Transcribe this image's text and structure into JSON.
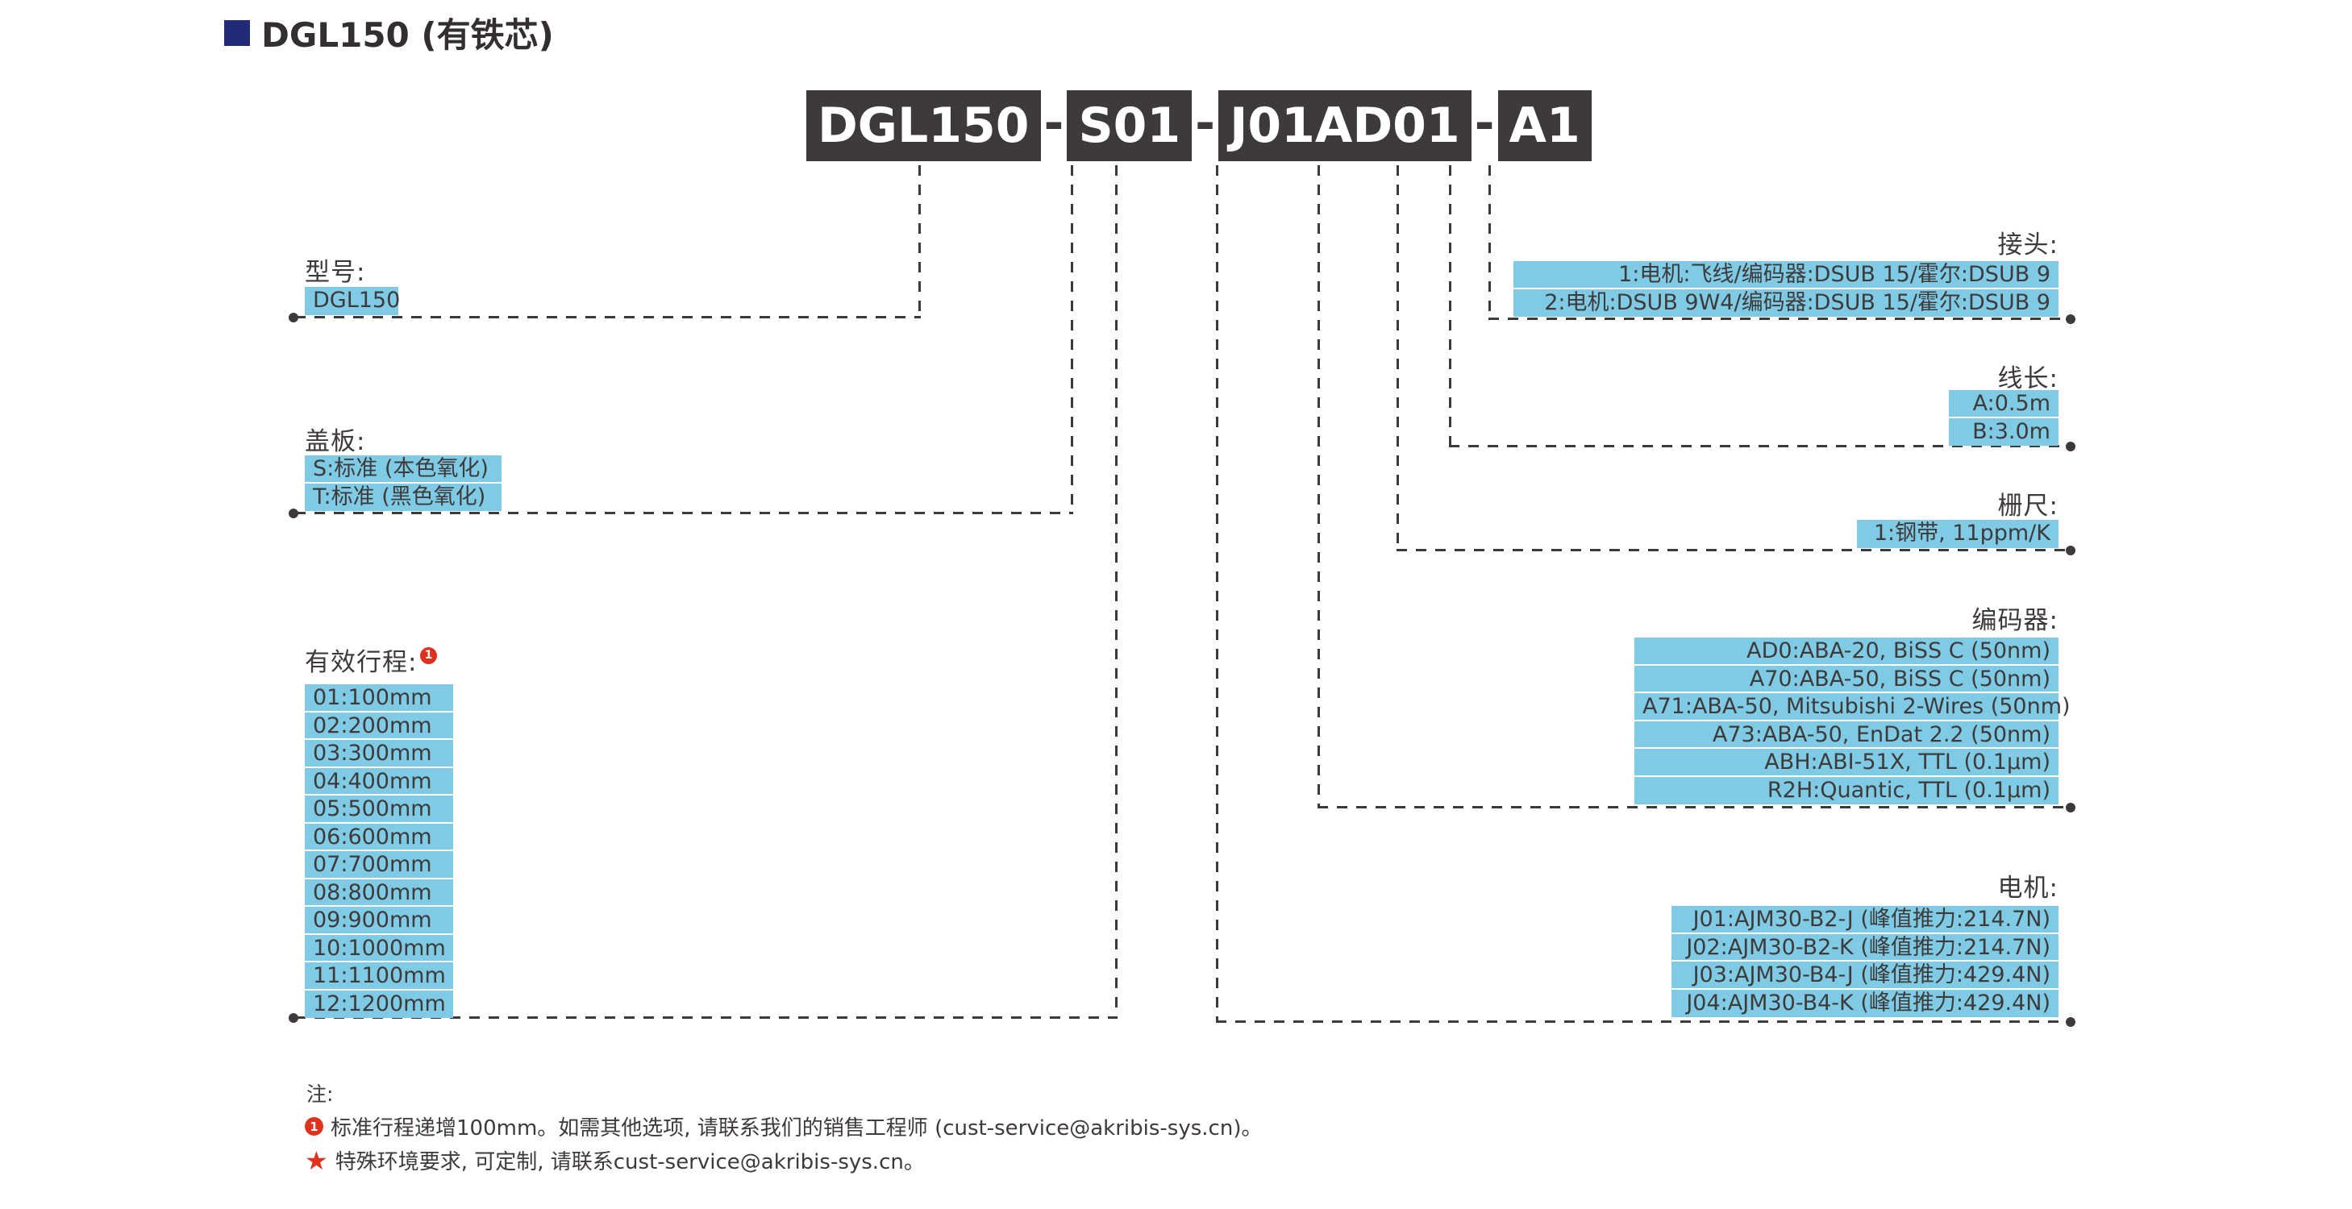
{
  "title": {
    "text": "DGL150 (有铁芯)"
  },
  "part_number": {
    "segments": [
      "DGL150",
      "S01",
      "J01AD01",
      "A1"
    ],
    "separator": "-"
  },
  "colors": {
    "highlight": "#7fcbe6",
    "ink": "#3e3a39",
    "navy": "#232a79",
    "red": "#e0301e",
    "code_background": "#3e3a39",
    "code_text": "#ffffff"
  },
  "groups": {
    "model": {
      "label": "型号:",
      "options": [
        "DGL150"
      ]
    },
    "cover": {
      "label": "盖板:",
      "options": [
        "S:标准 (本色氧化)",
        "T:标准 (黑色氧化)"
      ]
    },
    "stroke": {
      "label": "有效行程:",
      "marker": "1",
      "options": [
        "01:100mm",
        "02:200mm",
        "03:300mm",
        "04:400mm",
        "05:500mm",
        "06:600mm",
        "07:700mm",
        "08:800mm",
        "09:900mm",
        "10:1000mm",
        "11:1100mm",
        "12:1200mm"
      ]
    },
    "connector": {
      "label": "接头:",
      "options": [
        "1:电机:飞线/编码器:DSUB 15/霍尔:DSUB 9",
        "2:电机:DSUB 9W4/编码器:DSUB 15/霍尔:DSUB 9"
      ]
    },
    "cable_length": {
      "label": "线长:",
      "options": [
        "A:0.5m",
        "B:3.0m"
      ]
    },
    "scale": {
      "label": "栅尺:",
      "options": [
        "1:钢带, 11ppm/K"
      ]
    },
    "encoder": {
      "label": "编码器:",
      "options": [
        "AD0:ABA-20, BiSS C (50nm)",
        "A70:ABA-50, BiSS C (50nm)",
        "A71:ABA-50, Mitsubishi 2-Wires (50nm)",
        "A73:ABA-50, EnDat 2.2 (50nm)",
        "ABH:ABI-51X, TTL (0.1μm)",
        "R2H:Quantic, TTL (0.1μm)"
      ]
    },
    "motor": {
      "label": "电机:",
      "options": [
        "J01:AJM30-B2-J (峰值推力:214.7N)",
        "J02:AJM30-B2-K (峰值推力:214.7N)",
        "J03:AJM30-B4-J (峰值推力:429.4N)",
        "J04:AJM30-B4-K (峰值推力:429.4N)"
      ]
    }
  },
  "notes": {
    "heading": "注:",
    "items": [
      {
        "marker": "1",
        "text": "标准行程递增100mm。如需其他选项, 请联系我们的销售工程师 (cust-service@akribis-sys.cn)。"
      },
      {
        "marker": "★",
        "text": "特殊环境要求, 可定制, 请联系cust-service@akribis-sys.cn。"
      }
    ]
  }
}
